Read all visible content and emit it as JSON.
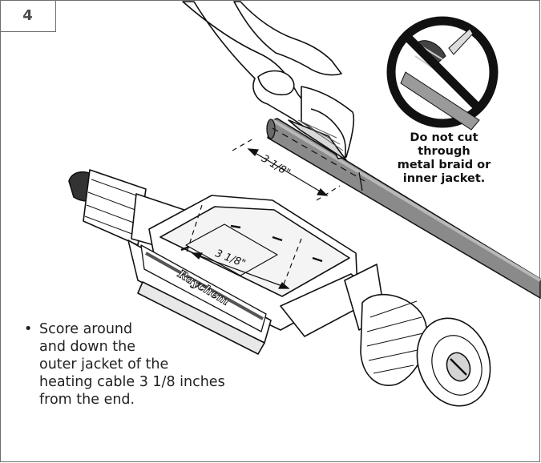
{
  "step": {
    "number": "4"
  },
  "warning": {
    "icon": "no-cut-icon",
    "caption_lines": [
      "Do not cut through",
      "metal braid or",
      "inner jacket."
    ]
  },
  "dimensions": {
    "cable_label": "3 1/8\"",
    "connector_label": "3 1/8\""
  },
  "brand": {
    "text": "Raychem"
  },
  "instruction": {
    "bullet": "•",
    "lines": [
      "Score around",
      "and down the",
      "outer jacket of the",
      "heating cable 3 1/8 inches",
      "from the end."
    ]
  },
  "colors": {
    "cable": "#8a8a8a",
    "cable_dark": "#5e5e5e",
    "prohibition": "#111111",
    "frame": "#6e6e6e"
  }
}
